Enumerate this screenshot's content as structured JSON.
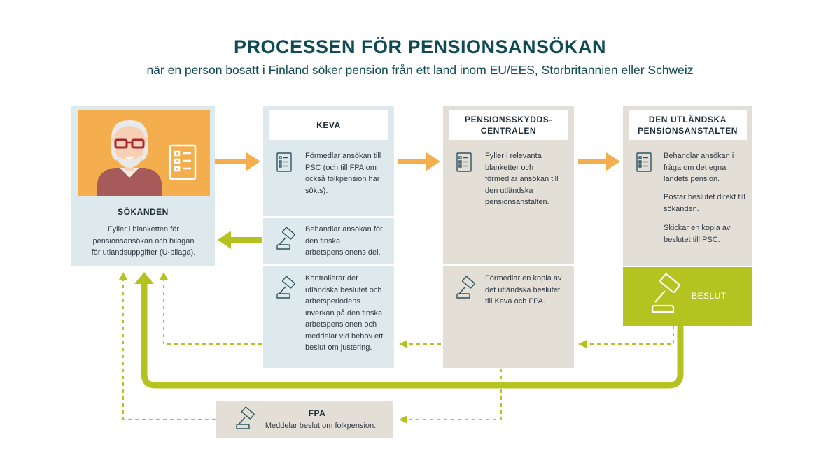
{
  "title": "PROCESSEN FÖR PENSIONSANSÖKAN",
  "subtitle": "när en person bosatt i Finland söker pension från ett land inom EU/EES, Storbritannien eller Schweiz",
  "applicant": {
    "label": "SÖKANDEN",
    "text": "Fyller i blanketten för pensionsansökan och bilagan för utlandsuppgifter (U-bilaga)."
  },
  "keva": {
    "header": "KEVA",
    "step1": "Förmedlar ansökan till PSC (och till FPA om också folkpension har sökts).",
    "step2": "Behandlar ansökan för den finska arbetspensionens del.",
    "step3": "Kontrollerar det utländska beslutet och arbetsperiodens inverkan på den finska arbetspensionen och meddelar vid behov ett beslut om justering."
  },
  "psc": {
    "header": "PENSIONSSKYDDS-CENTRALEN",
    "step1": "Fyller i relevanta blanketter och förmedlar ansökan till den utländska pensionsanstalten.",
    "step2": "Förmedlar en kopia av det utländska beslutet till Keva och FPA."
  },
  "foreign": {
    "header": "DEN UTLÄNDSKA PENSIONSANSTALTEN",
    "step1": "Behandlar ansökan i fråga om det egna landets pension.",
    "step2": "Postar beslutet direkt till sökanden.",
    "step3": "Skickar en kopia av beslutet till PSC.",
    "decision": "BESLUT"
  },
  "fpa": {
    "header": "FPA",
    "text": "Meddelar beslut om folkpension."
  },
  "colors": {
    "title": "#0f4a55",
    "orange_arrow": "#f4ae4e",
    "green": "#b4c320",
    "light_blue": "#dde9ec",
    "beige": "#e3ded6"
  }
}
